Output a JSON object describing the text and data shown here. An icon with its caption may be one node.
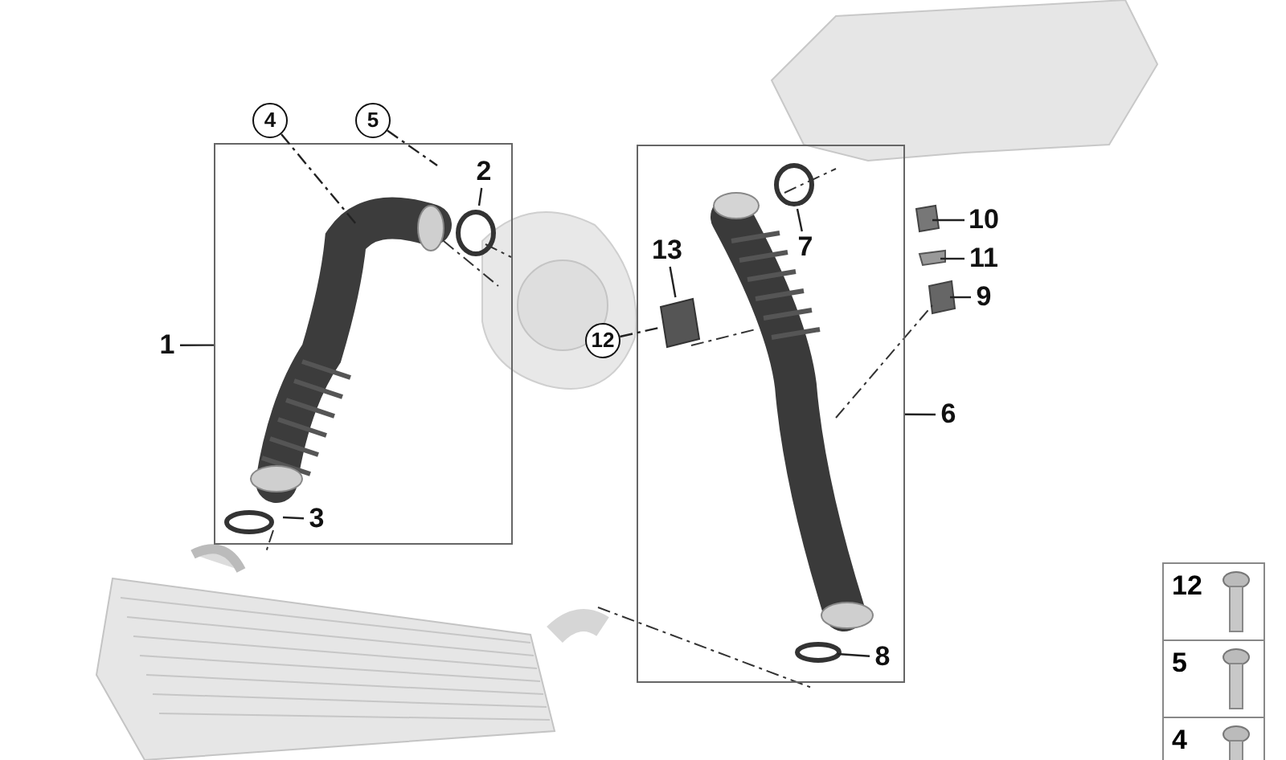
{
  "diagram": {
    "nodes": [
      {
        "text": [],
        "shape": "box"
      },
      {
        "text": [
          "1"
        ]
      },
      {
        "text": [
          "4"
        ]
      },
      {
        "text": [
          "5"
        ]
      },
      {
        "text": [
          "2"
        ],
        "in": 0
      },
      {
        "text": [
          "3"
        ],
        "in": 0
      },
      {
        "text": [],
        "shape": "box"
      },
      {
        "text": [
          "13"
        ],
        "in": 6
      },
      {
        "text": [
          "12"
        ]
      },
      {
        "text": [
          "7"
        ],
        "in": 6
      },
      {
        "text": [
          "6"
        ]
      },
      {
        "text": [
          "8"
        ],
        "in": 6
      },
      {
        "text": [
          "10"
        ]
      },
      {
        "text": [
          "11"
        ]
      },
      {
        "text": [
          "9"
        ]
      },
      {
        "text": [],
        "shape": "picture",
        "in": 6
      }
    ],
    "edges": [
      {
        "from": 1,
        "to": 0,
        "arrow": "none"
      },
      {
        "from": 2,
        "to": null,
        "arrow": "none",
        "style": "dashed"
      },
      {
        "from": 3,
        "to": null,
        "arrow": "none",
        "style": "dashed"
      },
      {
        "from": 4,
        "to": null,
        "arrow": "none"
      },
      {
        "from": 5,
        "to": null,
        "arrow": "none"
      },
      {
        "from": 7,
        "to": 15,
        "arrow": "none"
      },
      {
        "from": 8,
        "to": 15,
        "arrow": "none",
        "style": "dashed"
      },
      {
        "from": 9,
        "to": null,
        "arrow": "none"
      },
      {
        "from": 10,
        "to": 6,
        "arrow": "none"
      },
      {
        "from": 11,
        "to": null,
        "arrow": "none"
      },
      {
        "from": 12,
        "to": null,
        "arrow": "none"
      },
      {
        "from": 13,
        "to": null,
        "arrow": "none"
      },
      {
        "from": 14,
        "to": null,
        "arrow": "none"
      }
    ],
    "labels": [
      "12",
      "5",
      "4"
    ]
  }
}
